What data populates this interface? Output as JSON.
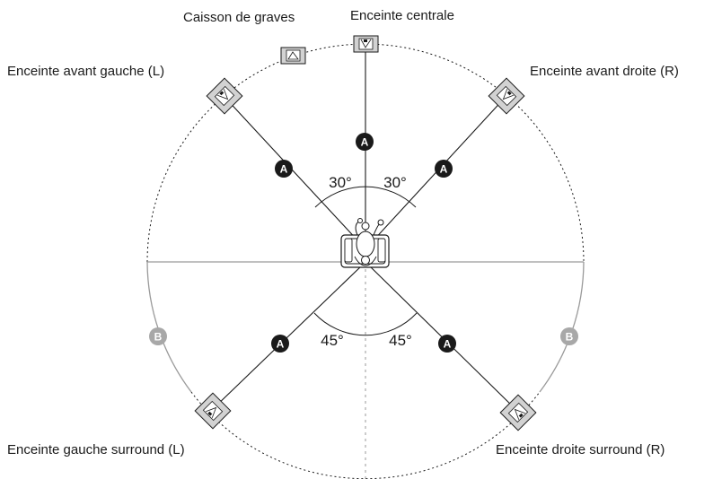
{
  "speakers": {
    "subwoofer": "Caisson de graves",
    "center": "Enceinte centrale",
    "front_left": "Enceinte avant gauche (L)",
    "front_right": "Enceinte avant droite (R)",
    "surround_left": "Enceinte gauche surround (L)",
    "surround_right": "Enceinte droite surround (R)"
  },
  "angles": {
    "front": "30°",
    "rear": "45°"
  },
  "markers": {
    "a": "A",
    "b": "B"
  },
  "colors": {
    "line": "#1a1a1a",
    "grey": "#9a9a9a",
    "speaker_fill": "#d2d2d2",
    "marker_a": "#1a1a1a",
    "marker_b": "#a8a8a8"
  }
}
